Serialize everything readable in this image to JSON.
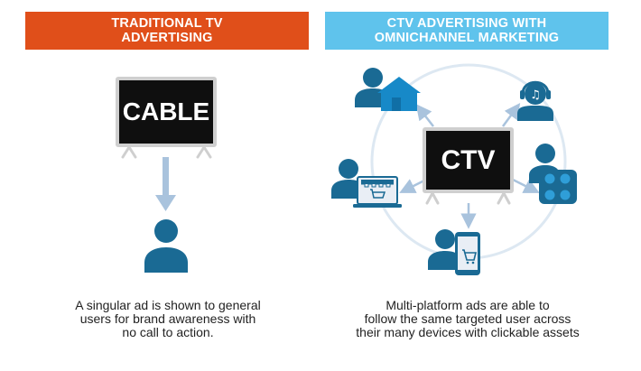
{
  "left_panel": {
    "title_lines": [
      "TRADITIONAL TV",
      "ADVERTISING"
    ],
    "tv_label": "CABLE",
    "caption_lines": [
      "A singular ad is shown to general",
      "users for brand awareness with",
      "no call to action."
    ]
  },
  "right_panel": {
    "title_lines": [
      "CTV ADVERTISING WITH",
      "OMNICHANNEL MARKETING"
    ],
    "tv_label": "CTV",
    "caption_lines": [
      "Multi-platform ads are able to",
      "follow the same targeted user across",
      "their many devices with clickable assets"
    ]
  },
  "colors": {
    "left_banner": "#e04f1a",
    "right_banner": "#5fc3ec",
    "user": "#1a6a94",
    "arrow": "#a9c3dd",
    "circle": "#dde8f2",
    "tv_screen": "#0f0f0f",
    "tv_frame": "#cfcfcf"
  },
  "icons": [
    "tv-icon",
    "user-icon",
    "house-icon",
    "headphones-icon",
    "social-buttons-icon",
    "laptop-store-icon",
    "phone-cart-icon"
  ]
}
